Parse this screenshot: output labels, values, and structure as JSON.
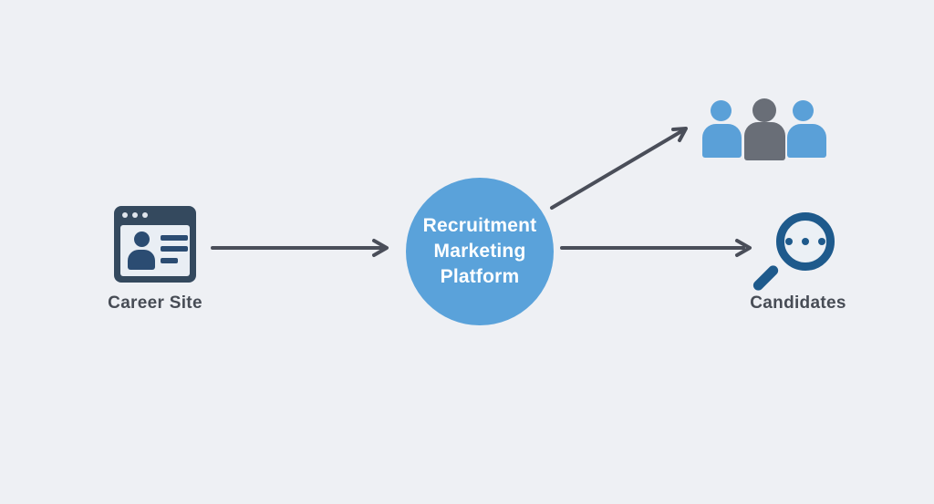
{
  "diagram": {
    "title": "Recruitment marketing flow diagram",
    "nodes": {
      "career_site": {
        "label": "Career Site",
        "icon": "browser-profile-icon"
      },
      "platform": {
        "label": "Recruitment Marketing Platform",
        "label_lines": [
          "Recruitment",
          "Marketing",
          "Platform"
        ],
        "shape": "circle"
      },
      "audience_group": {
        "icon": "people-group-icon"
      },
      "candidates": {
        "label": "Candidates",
        "icon": "magnifier-dots-icon"
      }
    },
    "edges": [
      {
        "from": "career_site",
        "to": "platform",
        "style": "arrow-right"
      },
      {
        "from": "platform",
        "to": "audience_group",
        "style": "arrow-up-right"
      },
      {
        "from": "platform",
        "to": "candidates",
        "style": "arrow-right"
      }
    ],
    "colors": {
      "background": "#eef0f4",
      "platform_circle": "#5aa2da",
      "platform_text": "#ffffff",
      "navy_icon": "#34495e",
      "navy_icon_detail": "#2b4c72",
      "label_text": "#474c55",
      "arrow": "#4a4e59",
      "people_blue": "#5aa0d8",
      "people_gray": "#696e77",
      "magnifier_blue": "#1e5a8c"
    }
  }
}
